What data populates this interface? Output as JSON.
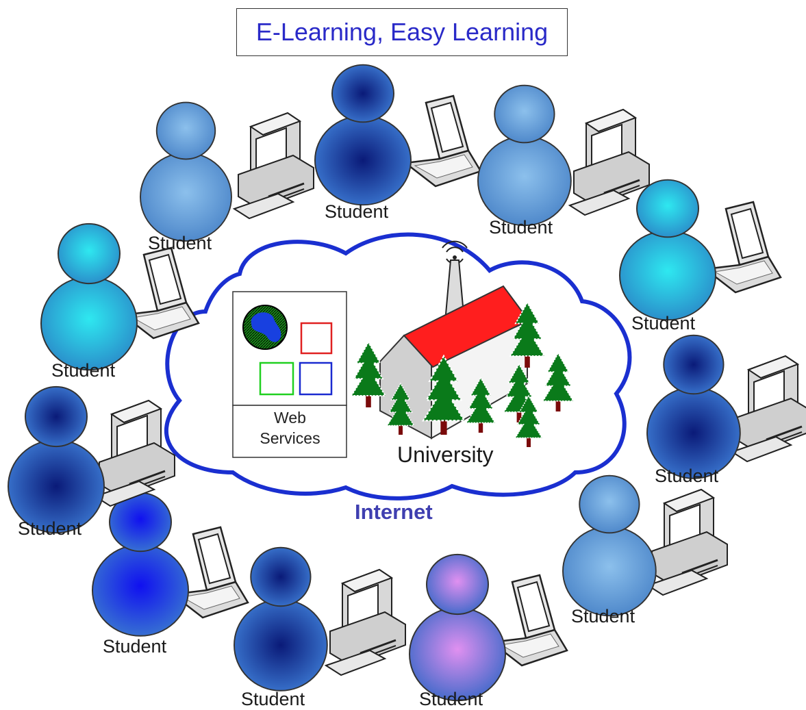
{
  "title": "E-Learning, Easy Learning",
  "center": {
    "network_label": "Internet",
    "university_label": "University",
    "web_services_label": [
      "Web",
      "Services"
    ]
  },
  "students": [
    {
      "label": "Student",
      "device": "desktop",
      "color": "#6a9fd8"
    },
    {
      "label": "Student",
      "device": "laptop",
      "color": "#1f4fa8"
    },
    {
      "label": "Student",
      "device": "desktop",
      "color": "#6a9fd8"
    },
    {
      "label": "Student",
      "device": "laptop",
      "color": "#2fc6dc"
    },
    {
      "label": "Student",
      "device": "desktop",
      "color": "#1c4aa0"
    },
    {
      "label": "Student",
      "device": "desktop",
      "color": "#5aa2e0"
    },
    {
      "label": "Student",
      "device": "laptop",
      "color": "#9a7ad8"
    },
    {
      "label": "Student",
      "device": "desktop",
      "color": "#2a52a8"
    },
    {
      "label": "Student",
      "device": "laptop",
      "color": "#1e40d0"
    },
    {
      "label": "Student",
      "device": "desktop",
      "color": "#1c4aa0"
    },
    {
      "label": "Student",
      "device": "laptop",
      "color": "#2fc6dc"
    }
  ],
  "colors": {
    "cloud_stroke": "#1a2fd0",
    "title_text": "#2a2ac8",
    "roof": "#ff1e1e",
    "tree": "#0c7a1a"
  },
  "icons": [
    "person-icon",
    "desktop-computer-icon",
    "laptop-icon",
    "globe-icon",
    "school-building-icon",
    "antenna-icon",
    "tree-icon"
  ]
}
